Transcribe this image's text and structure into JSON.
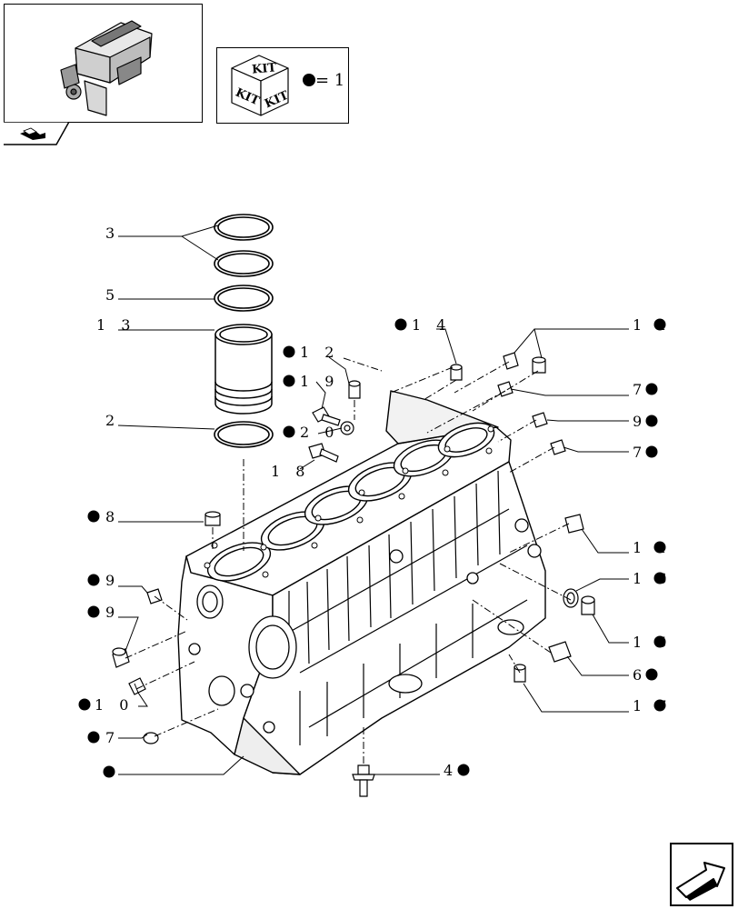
{
  "kit_legend": {
    "cube_face_label": "KIT",
    "equals_value": "= 1"
  },
  "callouts": {
    "c_3": "3",
    "c_5": "5",
    "c_13": "1 3",
    "c_2": "2",
    "c_14": "1 4",
    "c_12": "1 2",
    "c_19": "1 9",
    "c_20": "2 0",
    "c_18": "1 8",
    "c_8": "8",
    "c_9a": "9",
    "c_9b": "9",
    "c_10": "1 0",
    "c_7a": "7",
    "c_11a": "1 1",
    "c_7b": "7",
    "c_9c": "9",
    "c_7c": "7",
    "c_11b": "1 1",
    "c_16": "1 6",
    "c_15": "1 5",
    "c_6": "6",
    "c_17": "1 7",
    "c_4": "4"
  }
}
